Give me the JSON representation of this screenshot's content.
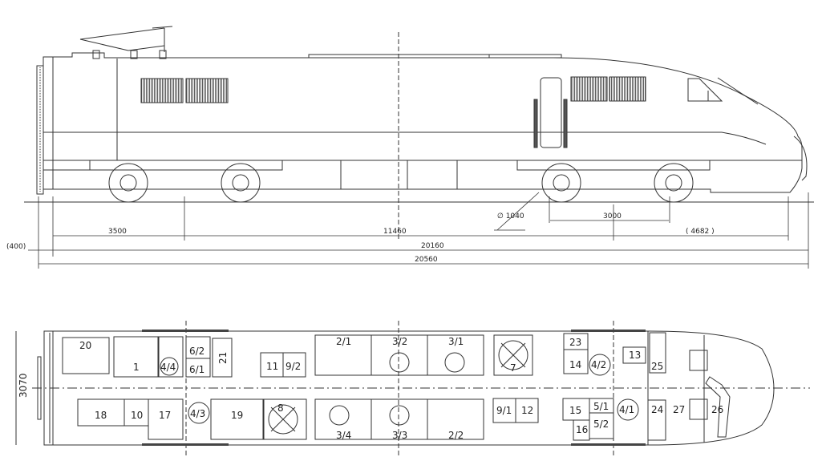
{
  "side_view": {
    "dimensions": {
      "end_overhang": "(400)",
      "front_truck_offset": "3500",
      "truck_centers": "11460",
      "wheel_diameter": "∅ 1040",
      "truck_wheelbase": "3000",
      "nose_overhang": "( 4682 )",
      "length_over_body": "20160",
      "length_over_couplers": "20560"
    }
  },
  "plan_view": {
    "width_dimension": "3070",
    "components": {
      "c20": "20",
      "c1": "1",
      "c44": "4/4",
      "c62": "6/2",
      "c61": "6/1",
      "c21": "21",
      "c11": "11",
      "c92": "9/2",
      "c21a": "2/1",
      "c32": "3/2",
      "c31": "3/1",
      "c7": "7",
      "c23": "23",
      "c14": "14",
      "c42": "4/2",
      "c13": "13",
      "c25": "25",
      "c18": "18",
      "c10": "10",
      "c17": "17",
      "c43": "4/3",
      "c19": "19",
      "c8": "8",
      "c34": "3/4",
      "c33": "3/3",
      "c22": "2/2",
      "c91": "9/1",
      "c12": "12",
      "c15": "15",
      "c51": "5/1",
      "c16": "16",
      "c52": "5/2",
      "c41": "4/1",
      "c24": "24",
      "c27": "27",
      "c26": "26"
    }
  }
}
